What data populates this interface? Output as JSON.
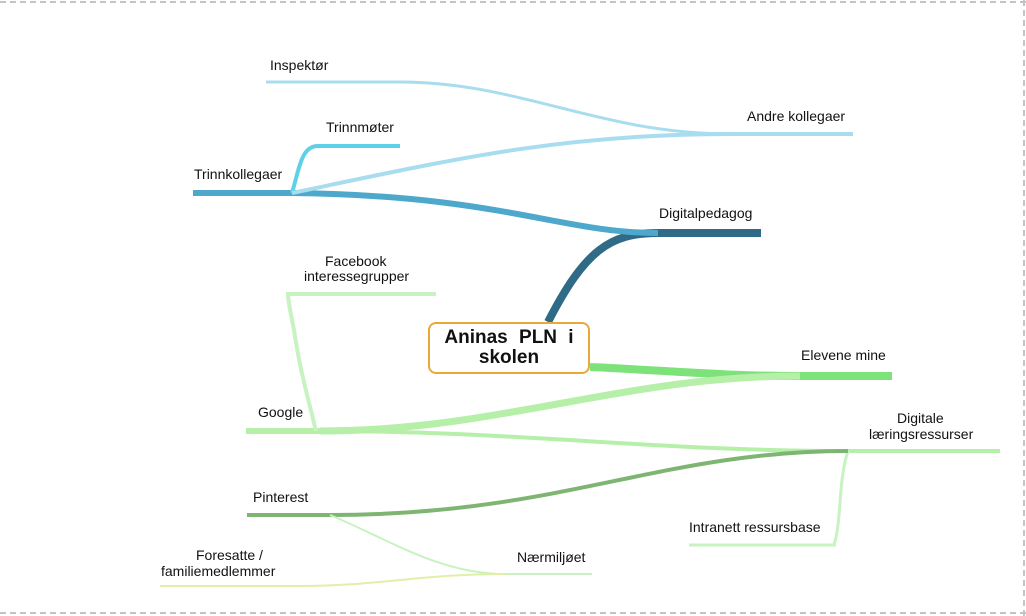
{
  "central_topic": "Aninas PLN i skolen",
  "nodes": {
    "inspektor": "Inspektør",
    "andre_kollegaer": "Andre kollegaer",
    "trinnmoter": "Trinnmøter",
    "trinnkollegaer": "Trinnkollegaer",
    "digitalpedagog": "Digitalpedagog",
    "facebook_line1": "Facebook",
    "facebook_line2": "interessegrupper",
    "elevene_mine": "Elevene mine",
    "google": "Google",
    "digitale_line1": "Digitale",
    "digitale_line2": "læringsressurser",
    "pinterest": "Pinterest",
    "intranett": "Intranett ressursbase",
    "foresatte_line1": "Foresatte  /",
    "foresatte_line2": "familiemedlemmer",
    "narmiljoet": "Nærmiljøet"
  },
  "colors": {
    "center_border": "#e8a93a",
    "blue_dark": "#2f6b87",
    "blue_mid": "#4ea8cc",
    "blue_light": "#a8dcef",
    "cyan": "#5fd0e6",
    "green_bright": "#7ee27a",
    "green_light": "#b5efa8",
    "green_pale": "#c8f2c2",
    "green_dark": "#7fb572",
    "yellow_green": "#e0f0a8"
  }
}
